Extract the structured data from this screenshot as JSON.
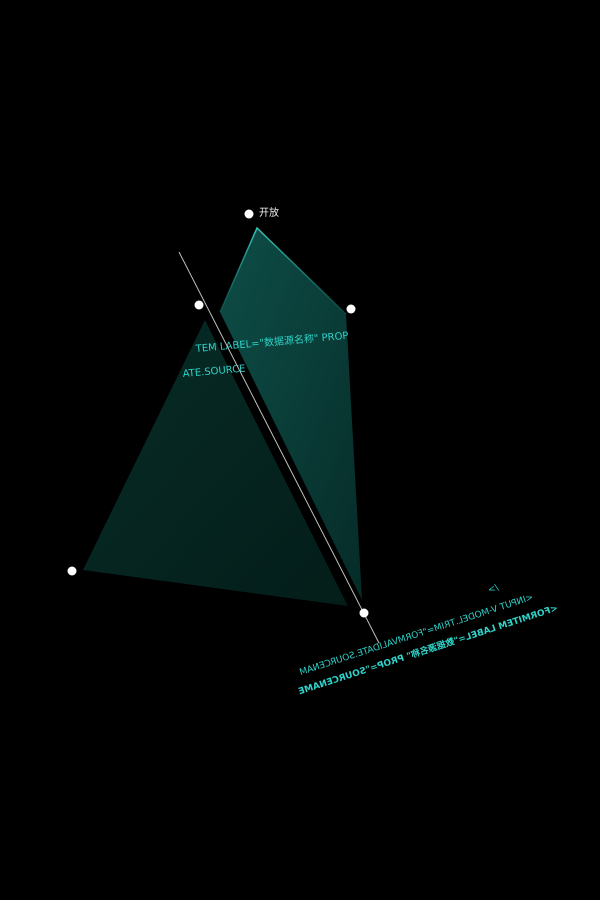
{
  "top_handle_label": "开放",
  "front_code_lines": [
    "TEM LABEL=\"数据源名称\" PROP",
    "ATE.SOURCE"
  ],
  "mirrored_code_lines": [
    "/>",
    "<INPUT V-MODEL.TRIM=\"FORMVALIDATE.SOURCENAM",
    "<FORMITEM LABEL=\"数据源名称\" PROP=\"SOURCENAME"
  ],
  "colors": {
    "background": "#000000",
    "accent_text": "#2ed3c9",
    "back_panel": "#0a3a36",
    "front_panel": "#06241f",
    "handle": "#ffffff",
    "guide_line": "#bfbfbf"
  }
}
